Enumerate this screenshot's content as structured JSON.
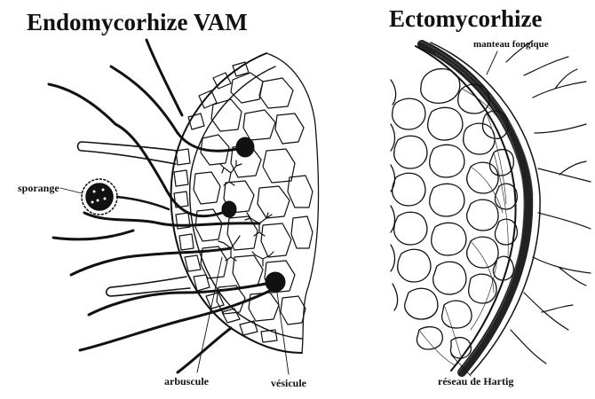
{
  "titles": {
    "endomycorhize": "Endomycorhize VAM",
    "ectomycorhize": "Ectomycorhize"
  },
  "labels": {
    "sporange": "sporange",
    "arbuscule": "arbuscule",
    "vesicule": "vésicule",
    "manteau": "manteau fongique",
    "hartig": "réseau de Hartig"
  }
}
